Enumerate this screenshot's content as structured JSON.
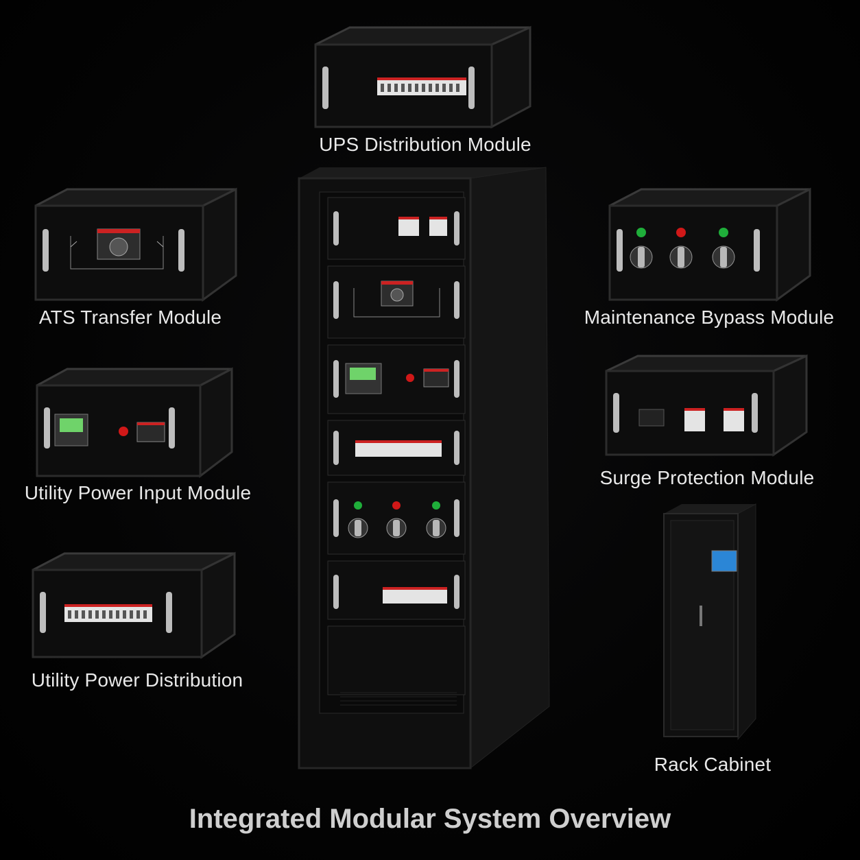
{
  "modules": {
    "ups_distribution": "UPS Distribution Module",
    "ats_transfer": "ATS Transfer Module",
    "maintenance_bypass": "Maintenance Bypass Module",
    "utility_power_input": "Utility Power Input Module",
    "surge_protection": "Surge Protection Module",
    "utility_power_distribution": "Utility Power Distribution",
    "rack_cabinet": "Rack Cabinet"
  },
  "title": "Integrated Modular System Overview",
  "colors": {
    "background": "#000000",
    "label_text": "#e9e9e9",
    "indicator_green": "#1fae3a",
    "indicator_red": "#d01818",
    "lcd_green": "#6fd36a",
    "touchscreen_blue": "#2b86d6"
  },
  "icons": [
    "breaker-row-icon",
    "rotary-switch-icon",
    "indicator-lamp-icon",
    "lcd-meter-icon",
    "handle-icon"
  ]
}
